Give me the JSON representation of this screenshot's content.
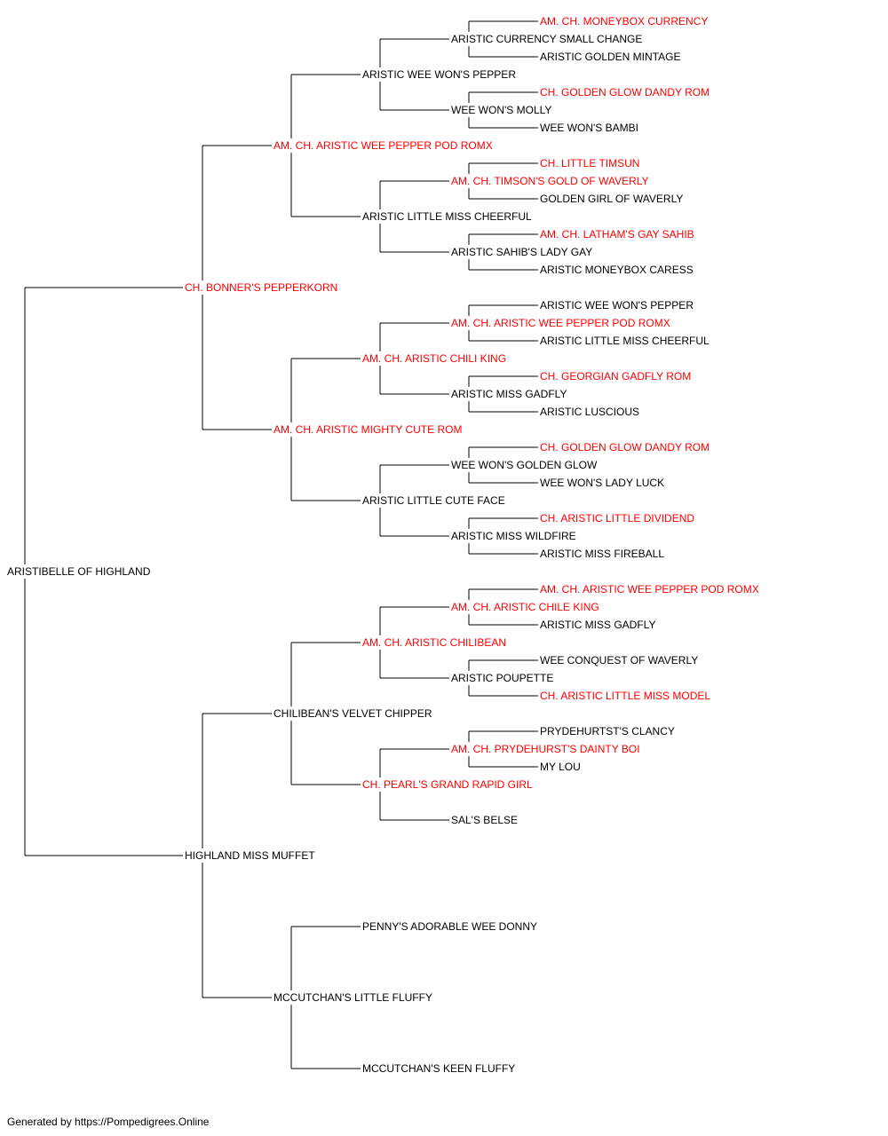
{
  "pedigree": {
    "name": "ARISTIBELLE OF HIGHLAND",
    "champion": false,
    "sire": {
      "name": "CH. BONNER'S PEPPERKORN",
      "champion": true,
      "sire": {
        "name": "AM. CH. ARISTIC WEE PEPPER POD ROMX",
        "champion": true,
        "sire": {
          "name": "ARISTIC WEE WON'S PEPPER",
          "champion": false,
          "sire": {
            "name": "ARISTIC CURRENCY SMALL CHANGE",
            "champion": false,
            "sire": {
              "name": "AM. CH. MONEYBOX CURRENCY",
              "champion": true
            },
            "dam": {
              "name": "ARISTIC GOLDEN MINTAGE",
              "champion": false
            }
          },
          "dam": {
            "name": "WEE WON'S MOLLY",
            "champion": false,
            "sire": {
              "name": "CH. GOLDEN GLOW DANDY ROM",
              "champion": true
            },
            "dam": {
              "name": "WEE WON'S BAMBI",
              "champion": false
            }
          }
        },
        "dam": {
          "name": "ARISTIC LITTLE MISS CHEERFUL",
          "champion": false,
          "sire": {
            "name": "AM. CH. TIMSON'S GOLD OF WAVERLY",
            "champion": true,
            "sire": {
              "name": "CH. LITTLE TIMSUN",
              "champion": true
            },
            "dam": {
              "name": "GOLDEN GIRL OF WAVERLY",
              "champion": false
            }
          },
          "dam": {
            "name": "ARISTIC SAHIB'S LADY GAY",
            "champion": false,
            "sire": {
              "name": "AM. CH. LATHAM'S GAY SAHIB",
              "champion": true
            },
            "dam": {
              "name": "ARISTIC MONEYBOX CARESS",
              "champion": false
            }
          }
        }
      },
      "dam": {
        "name": "AM. CH. ARISTIC MIGHTY CUTE ROM",
        "champion": true,
        "sire": {
          "name": "AM. CH. ARISTIC CHILI KING",
          "champion": true,
          "sire": {
            "name": "AM. CH. ARISTIC WEE PEPPER POD ROMX",
            "champion": true,
            "sire": {
              "name": "ARISTIC WEE WON'S PEPPER",
              "champion": false
            },
            "dam": {
              "name": "ARISTIC LITTLE MISS CHEERFUL",
              "champion": false
            }
          },
          "dam": {
            "name": "ARISTIC MISS GADFLY",
            "champion": false,
            "sire": {
              "name": "CH. GEORGIAN GADFLY ROM",
              "champion": true
            },
            "dam": {
              "name": "ARISTIC LUSCIOUS",
              "champion": false
            }
          }
        },
        "dam": {
          "name": "ARISTIC LITTLE CUTE FACE",
          "champion": false,
          "sire": {
            "name": "WEE WON'S GOLDEN GLOW",
            "champion": false,
            "sire": {
              "name": "CH. GOLDEN GLOW DANDY ROM",
              "champion": true
            },
            "dam": {
              "name": "WEE WON'S LADY LUCK",
              "champion": false
            }
          },
          "dam": {
            "name": "ARISTIC MISS WILDFIRE",
            "champion": false,
            "sire": {
              "name": "CH. ARISTIC LITTLE DIVIDEND",
              "champion": true
            },
            "dam": {
              "name": "ARISTIC MISS FIREBALL",
              "champion": false
            }
          }
        }
      }
    },
    "dam": {
      "name": "HIGHLAND MISS MUFFET",
      "champion": false,
      "sire": {
        "name": "CHILIBEAN'S VELVET CHIPPER",
        "champion": false,
        "sire": {
          "name": "AM. CH. ARISTIC CHILIBEAN",
          "champion": true,
          "sire": {
            "name": "AM. CH. ARISTIC CHILE KING",
            "champion": true,
            "sire": {
              "name": "AM. CH. ARISTIC WEE PEPPER POD ROMX",
              "champion": true
            },
            "dam": {
              "name": "ARISTIC MISS GADFLY",
              "champion": false
            }
          },
          "dam": {
            "name": "ARISTIC POUPETTE",
            "champion": false,
            "sire": {
              "name": "WEE CONQUEST OF WAVERLY",
              "champion": false
            },
            "dam": {
              "name": "CH. ARISTIC LITTLE MISS MODEL",
              "champion": true
            }
          }
        },
        "dam": {
          "name": "CH. PEARL'S GRAND RAPID GIRL",
          "champion": true,
          "sire": {
            "name": "AM. CH. PRYDEHURST'S DAINTY BOI",
            "champion": true,
            "sire": {
              "name": "PRYDEHURTST'S CLANCY",
              "champion": false
            },
            "dam": {
              "name": "MY LOU",
              "champion": false
            }
          },
          "dam": {
            "name": "SAL'S BELSE",
            "champion": false
          }
        }
      },
      "dam": {
        "name": "MCCUTCHAN'S LITTLE FLUFFY",
        "champion": false,
        "sire": {
          "name": "PENNY'S ADORABLE WEE DONNY",
          "champion": false
        },
        "dam": {
          "name": "MCCUTCHAN'S KEEN FLUFFY",
          "champion": false
        }
      }
    }
  },
  "colors": {
    "champion": "#ff0000",
    "normal": "#000000",
    "lines": "#000000"
  },
  "footer": "Generated by https://Pompedigrees.Online"
}
